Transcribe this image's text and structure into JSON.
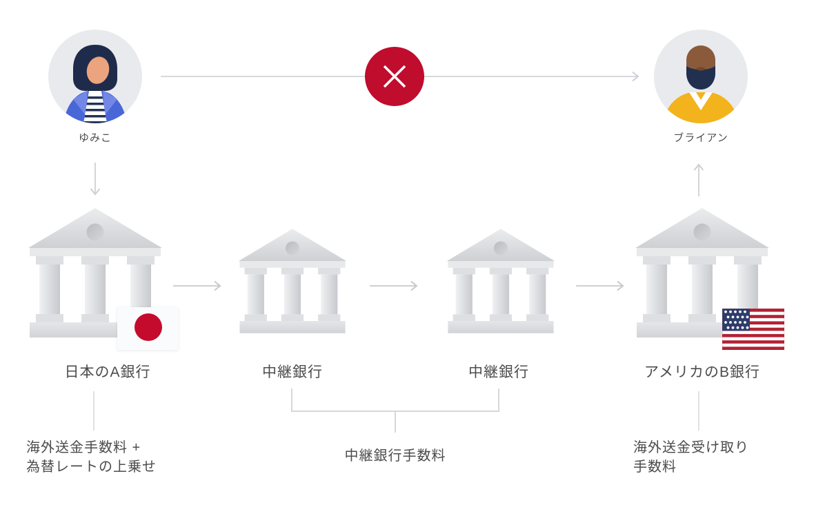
{
  "sender": {
    "name": "ゆみこ",
    "avatar": "woman-avatar"
  },
  "receiver": {
    "name": "ブライアン",
    "avatar": "man-avatar"
  },
  "direct_transfer": {
    "badge_icon": "x-icon",
    "badge_color": "#c00c2d"
  },
  "banks": {
    "japan_bank": {
      "label": "日本のA銀行",
      "flag_icon": "japan-flag-icon"
    },
    "intermediary_bank_1": {
      "label": "中継銀行"
    },
    "intermediary_bank_2": {
      "label": "中継銀行"
    },
    "us_bank": {
      "label": "アメリカのB銀行",
      "flag_icon": "usa-flag-icon"
    }
  },
  "fees": {
    "sending_fee": {
      "line1": "海外送金手数料 +",
      "line2": "為替レートの上乗せ"
    },
    "intermediary_fee": {
      "label": "中継銀行手数料"
    },
    "receiving_fee": {
      "line1": "海外送金受け取り",
      "line2": "手数料"
    }
  },
  "colors": {
    "background": "#ffffff",
    "blocked_badge": "#c00c2d",
    "connector_line": "#d6d8db",
    "text": "#4c4c4e",
    "avatar_background": "#e8eaed",
    "japan_flag_red": "#c40b2d",
    "us_flag_red": "#b22234",
    "us_flag_blue": "#2e3c6a"
  }
}
